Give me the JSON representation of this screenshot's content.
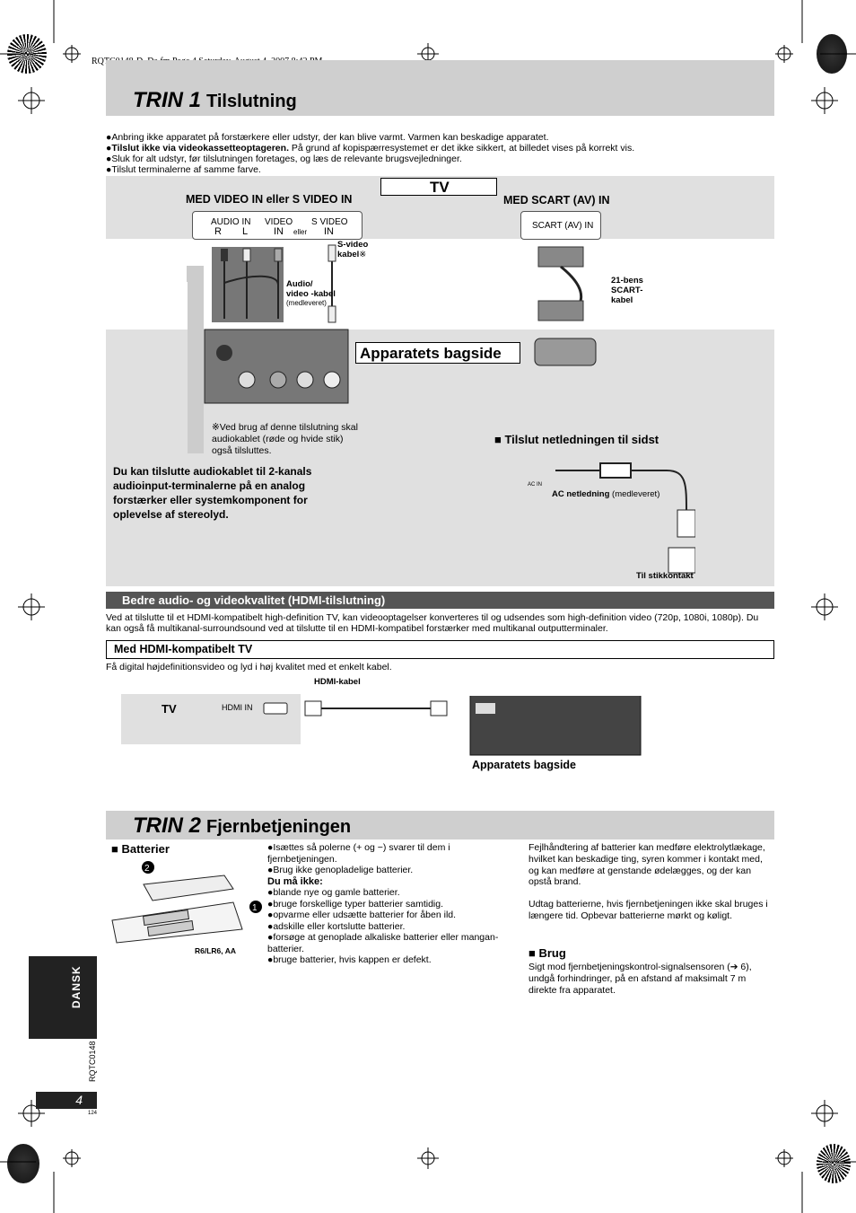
{
  "header_line": "RQTC0148-D_Da.fm  Page 4  Saturday, August 4, 2007  8:42 PM",
  "trin1": {
    "num": "TRIN 1",
    "title": "Tilslutning",
    "bullets": [
      {
        "bold": "",
        "text": "Anbring ikke apparatet på forstærkere eller udstyr, der kan blive varmt. Varmen kan beskadige apparatet."
      },
      {
        "bold": "Tilslut ikke via videokassetteoptageren.",
        "text": " På grund af kopispærresystemet er det ikke sikkert, at billedet vises på korrekt vis."
      },
      {
        "bold": "",
        "text": "Sluk for alt udstyr, før tilslutningen foretages, og læs de relevante brugsvejledninger."
      },
      {
        "bold": "",
        "text": "Tilslut terminalerne af samme farve."
      }
    ]
  },
  "diagram": {
    "tv_label": "TV",
    "left_heading": "MED VIDEO IN eller S VIDEO IN",
    "right_heading": "MED SCART (AV) IN",
    "panel_audio_in": "AUDIO IN",
    "panel_r": "R",
    "panel_l": "L",
    "panel_video": "VIDEO",
    "panel_video_in": "IN",
    "panel_eller": "eller",
    "panel_svideo": "S VIDEO",
    "panel_svideo_in": "IN",
    "scart_panel": "SCART (AV) IN",
    "svideo_cable": "S-video kabel",
    "svideo_star": "※",
    "av_cable": "Audio/ video -kabel",
    "av_cable_note": "(medleveret)",
    "scart_cable": "21-bens SCART- kabel",
    "back_label": "Apparatets bagside",
    "footnote": "※Ved brug af denne tilslutning skal audiokablet (røde og hvide stik) også tilsluttes.",
    "audio_note": "Du kan tilslutte audiokablet til 2-kanals audioinput-terminalerne på en analog forstærker eller systemkomponent for oplevelse af stereolyd.",
    "mains_heading": "Tilslut netledningen til sidst",
    "ac_in": "AC IN",
    "ac_cable_bold": "AC netledning",
    "ac_cable_note": "(medleveret)",
    "outlet": "Til stikkontakt"
  },
  "hdmi": {
    "bar": "Bedre audio- og videokvalitet (HDMI-tilslutning)",
    "intro": "Ved at tilslutte til et HDMI-kompatibelt high-definition TV, kan videooptagelser konverteres til og udsendes som high-definition video (720p, 1080i, 1080p). Du kan også få multikanal-surroundsound ved at tilslutte til en HDMI-kompatibel forstærker med multikanal outputterminaler.",
    "sub_heading": "Med HDMI-kompatibelt TV",
    "sub_text": "Få digital højdefinitionsvideo og lyd i høj kvalitet med et enkelt kabel.",
    "tv": "TV",
    "hdmi_in": "HDMI IN",
    "cable": "HDMI-kabel",
    "back_label": "Apparatets bagside"
  },
  "trin2": {
    "num": "TRIN 2",
    "title": "Fjernbetjeningen",
    "batteries_heading": "Batterier",
    "battery_label": "R6/LR6, AA",
    "col2_items": [
      "Isættes så polerne (+ og −) svarer til dem i fjernbetjeningen.",
      "Brug ikke genopladelige batterier."
    ],
    "dont_heading": "Du må ikke:",
    "dont_items": [
      "blande nye og gamle batterier.",
      "bruge forskellige typer batterier samtidig.",
      "opvarme eller udsætte batterier for åben ild.",
      "adskille eller kortslutte batterier.",
      "forsøge at genoplade alkaliske batterier eller mangan-batterier.",
      "bruge batterier, hvis kappen er defekt."
    ],
    "col3_p1": "Fejlhåndtering af batterier kan medføre elektrolytlækage, hvilket kan beskadige ting, syren kommer i kontakt med, og kan medføre at genstande ødelægges, og der kan opstå brand.",
    "col3_p2": "Udtag batterierne, hvis fjernbetjeningen ikke skal bruges i længere tid. Opbevar batterierne mørkt og køligt.",
    "brug_heading": "Brug",
    "brug_text": "Sigt mod fjernbetjeningskontrol-signalsensoren (➔ 6), undgå forhindringer, på en afstand af maksimalt 7 m direkte fra apparatet."
  },
  "side": {
    "lang": "DANSK",
    "model": "RQTC0148",
    "page": "4",
    "page_small": "124"
  }
}
